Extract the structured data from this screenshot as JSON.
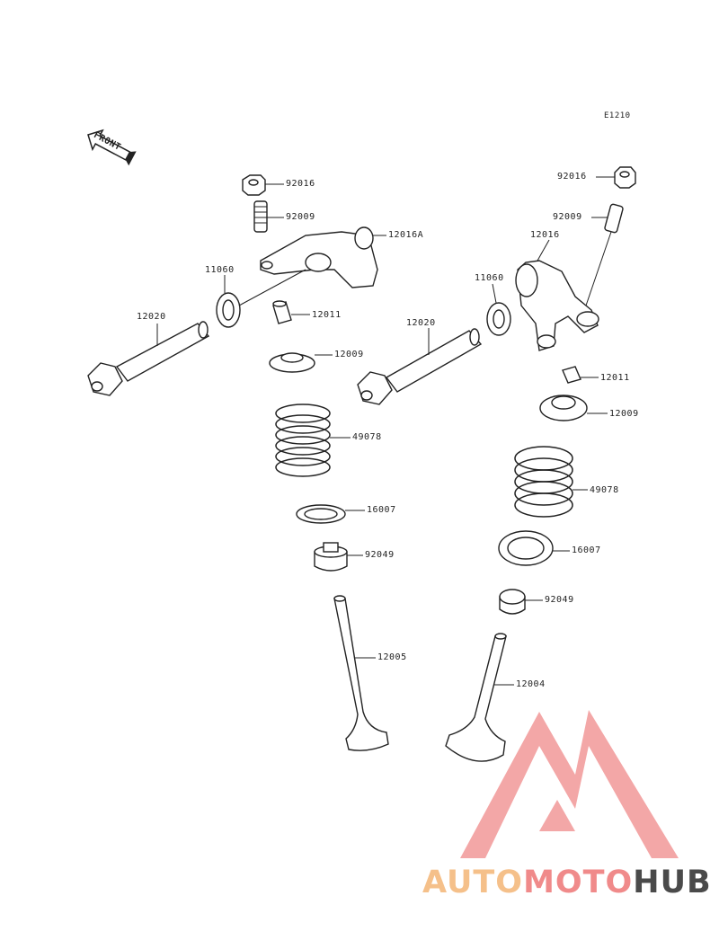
{
  "diagram_code": "E1210",
  "front_label": "FRONT",
  "parts": {
    "nut_left": "92016",
    "stud_left": "92009",
    "rocker_left": "12016A",
    "washer_left": "11060",
    "shaft_left": "12020",
    "pin_left": "12011",
    "retainer_left": "12009",
    "spring_left": "49078",
    "spring_seat_left": "16007",
    "seal_left": "92049",
    "valve_exhaust": "12005",
    "nut_right": "92016",
    "stud_right": "92009",
    "rocker_right": "12016",
    "washer_right": "11060",
    "shaft_right": "12020",
    "pin_right": "12011",
    "retainer_right": "12009",
    "spring_right": "49078",
    "spring_seat_right": "16007",
    "seal_right": "92049",
    "valve_intake": "12004"
  },
  "watermark": {
    "part1": "AUTO",
    "part2": "MOTO",
    "part3": "HUB",
    "color_light": "#f5c08a",
    "color_pink": "#f08a8a",
    "color_dark": "#4a4a4a"
  }
}
